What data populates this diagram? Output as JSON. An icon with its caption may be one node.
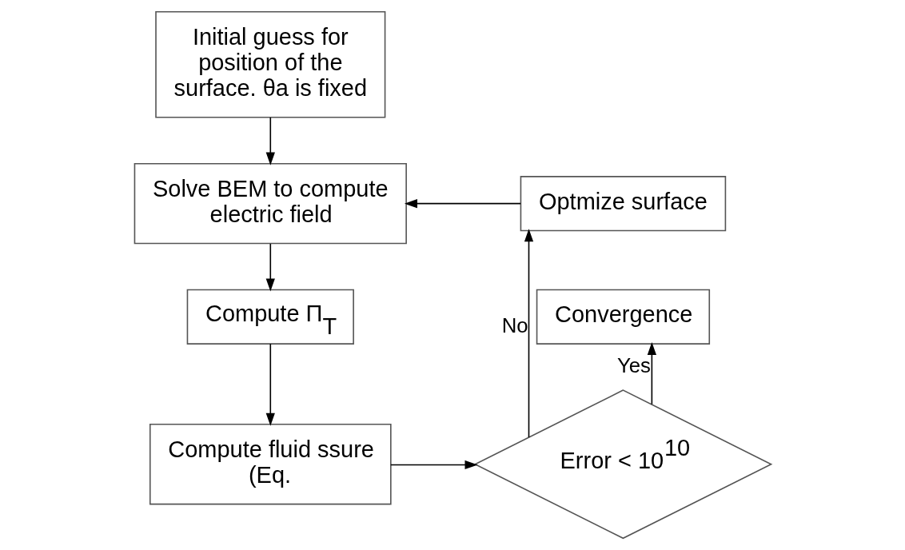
{
  "diagram": {
    "nodes": [
      {
        "text": [
          "Initial guess for position of the surface. θa is fixed"
        ]
      },
      {
        "text": [
          "Solve BEM to compute electric field"
        ]
      },
      {
        "text": [
          "Optmize surface"
        ]
      },
      {
        "text": [
          "Compute Π$_{T}$"
        ]
      },
      {
        "text": [
          "Convergence"
        ]
      },
      {
        "text": [
          "Compute fluid ssure (Eq."
        ]
      },
      {
        "text": [
          "Error < 10$^{10}$"
        ]
      }
    ],
    "edges": [
      {
        "from": 0,
        "to": 1,
        "arrow": "to"
      },
      {
        "from": 2,
        "to": 1,
        "arrow": "to"
      },
      {
        "from": 1,
        "to": 3,
        "arrow": "to"
      },
      {
        "from": 3,
        "to": 5,
        "arrow": "to"
      },
      {
        "from": 5,
        "to": 6,
        "arrow": "to"
      },
      {
        "from": 6,
        "to": 2,
        "arrow": "to",
        "label": "No"
      },
      {
        "from": 6,
        "to": 4,
        "arrow": "to",
        "label": "Yes"
      }
    ]
  }
}
